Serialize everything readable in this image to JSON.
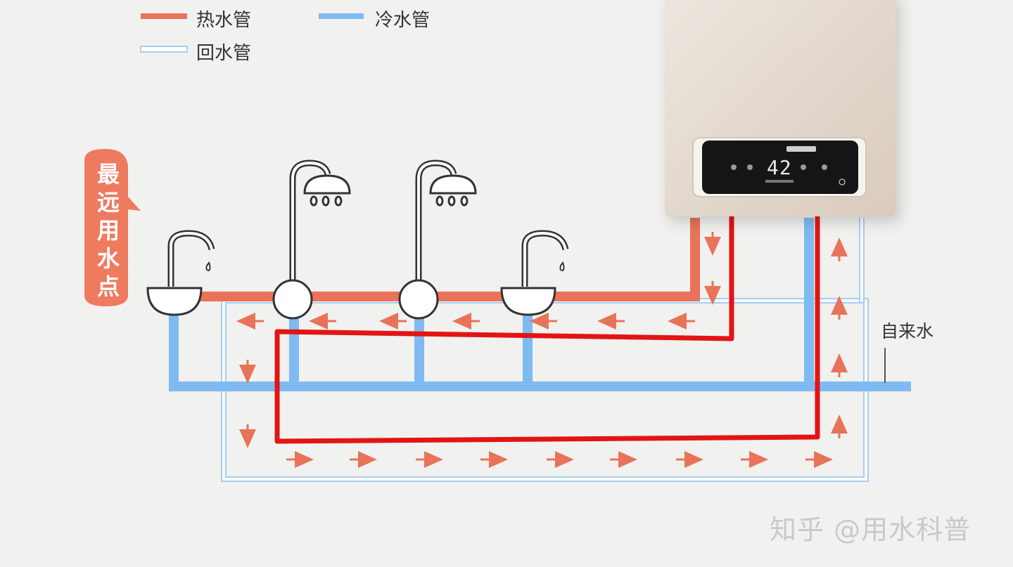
{
  "legend": {
    "hot_pipe": "热水管",
    "cold_pipe": "冷水管",
    "return_pipe": "回水管"
  },
  "side_label": "最远用水点",
  "tap_water_label": "自来水",
  "heater_display": "42",
  "watermark": "知乎 @用水科普",
  "colors": {
    "hot_pipe": "#e8735a",
    "cold_pipe": "#7fbaf0",
    "return_pipe": "#a8cdee",
    "circulation_loop": "#e31414",
    "label_badge": "#ee7a5f",
    "heater_body": "#e4dbd2"
  }
}
